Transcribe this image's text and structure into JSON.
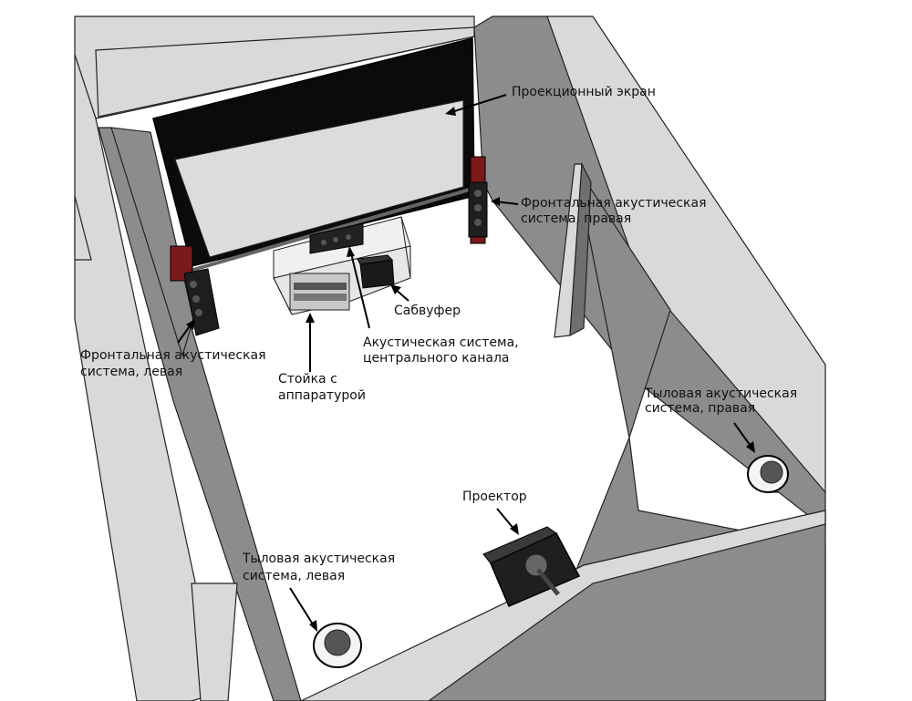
{
  "labels": {
    "screen": "Проекционный экран",
    "front_right_1": "Фронтальная акустическая",
    "front_right_2": "система, правая",
    "subwoofer": "Сабвуфер",
    "center_1": "Акустическая система,",
    "center_2": "центрального канала",
    "front_left_1": "Фронтальная акустическая",
    "front_left_2": "система, левая",
    "rack_1": "Стойка с",
    "rack_2": "аппаратурой",
    "rear_right_1": "Тыловая  акустическая",
    "rear_right_2": "система, правая",
    "projector": "Проектор",
    "rear_left_1": "Тыловая акустическая",
    "rear_left_2": "система, левая"
  },
  "colors": {
    "speaker": "#7a1a1a",
    "screen_frame": "#0b0b0b",
    "screen_surface": "#dcdcdc",
    "wall_light": "#d9d9d9",
    "wall_dark": "#8c8c8c"
  }
}
